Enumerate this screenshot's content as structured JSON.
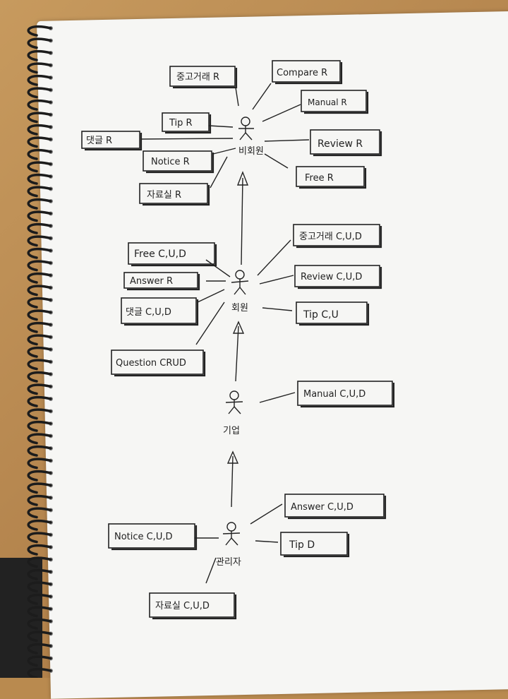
{
  "actors": [
    {
      "id": "guest",
      "label": "비회원"
    },
    {
      "id": "member",
      "label": "회원"
    },
    {
      "id": "company",
      "label": "기업"
    },
    {
      "id": "admin",
      "label": "관리자"
    }
  ],
  "guest_boxes": [
    {
      "label": "중고거래 R"
    },
    {
      "label": "Compare R"
    },
    {
      "label": "Manual R"
    },
    {
      "label": "Tip R"
    },
    {
      "label": "댓글 R"
    },
    {
      "label": "Review R"
    },
    {
      "label": "Notice R"
    },
    {
      "label": "Free R"
    },
    {
      "label": "자료실 R"
    }
  ],
  "member_boxes": [
    {
      "label": "중고거래 C,U,D"
    },
    {
      "label": "Free C,U,D"
    },
    {
      "label": "Review C,U,D"
    },
    {
      "label": "Answer R"
    },
    {
      "label": "댓글 C,U,D"
    },
    {
      "label": "Tip C,U"
    },
    {
      "label": "Question CRUD"
    }
  ],
  "company_boxes": [
    {
      "label": "Manual C,U,D"
    }
  ],
  "admin_boxes": [
    {
      "label": "Answer C,U,D"
    },
    {
      "label": "Notice C,U,D"
    },
    {
      "label": "Tip D"
    },
    {
      "label": "자료실 C,U,D"
    }
  ]
}
